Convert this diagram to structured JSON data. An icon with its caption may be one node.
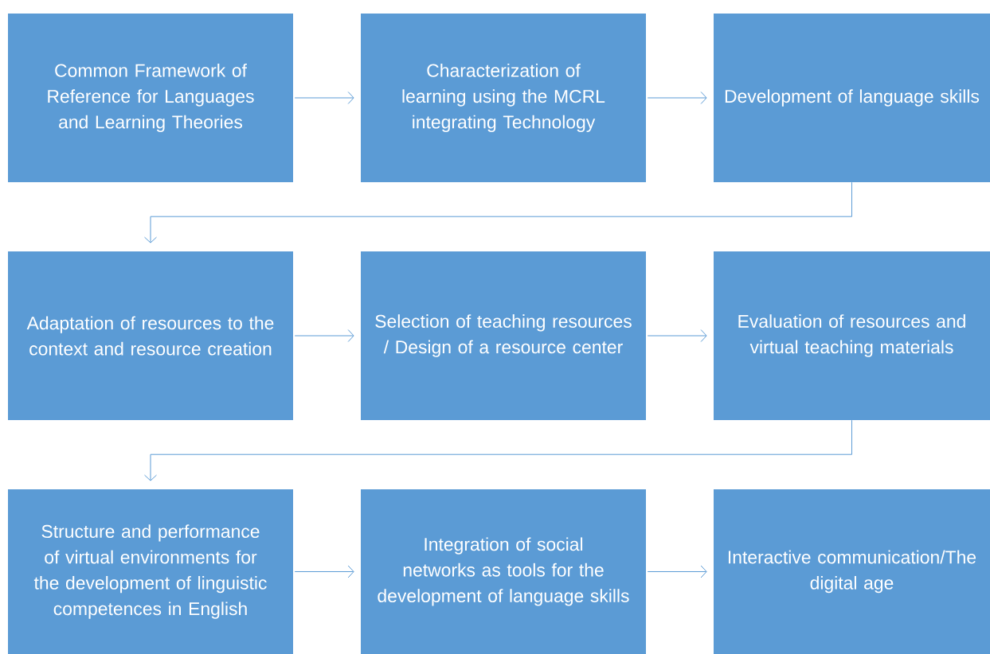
{
  "diagram": {
    "nodes": [
      {
        "text": [
          "Common Framework of Reference for Languages and Learning Theories"
        ]
      },
      {
        "text": [
          "Characterization of learning using the MCRL integrating Technology"
        ]
      },
      {
        "text": [
          "Development of language skills"
        ]
      },
      {
        "text": [
          "Adaptation of resources to the context and resource creation"
        ]
      },
      {
        "text": [
          "Selection of teaching resources / Design of a resource center"
        ]
      },
      {
        "text": [
          "Evaluation of resources and virtual teaching materials"
        ]
      },
      {
        "text": [
          "Structure and performance of virtual environments for the development of linguistic competences in English"
        ]
      },
      {
        "text": [
          "Integration of social networks as tools for the development of language skills"
        ]
      },
      {
        "text": [
          "Interactive communication/The digital age"
        ]
      }
    ],
    "edges": [
      {
        "from": 0,
        "to": 1,
        "arrow": "to"
      },
      {
        "from": 1,
        "to": 2,
        "arrow": "to"
      },
      {
        "from": 2,
        "to": 3,
        "arrow": "to"
      },
      {
        "from": 3,
        "to": 4,
        "arrow": "to"
      },
      {
        "from": 4,
        "to": 5,
        "arrow": "to"
      },
      {
        "from": 5,
        "to": 6,
        "arrow": "to"
      },
      {
        "from": 6,
        "to": 7,
        "arrow": "to"
      },
      {
        "from": 7,
        "to": 8,
        "arrow": "to"
      }
    ]
  }
}
